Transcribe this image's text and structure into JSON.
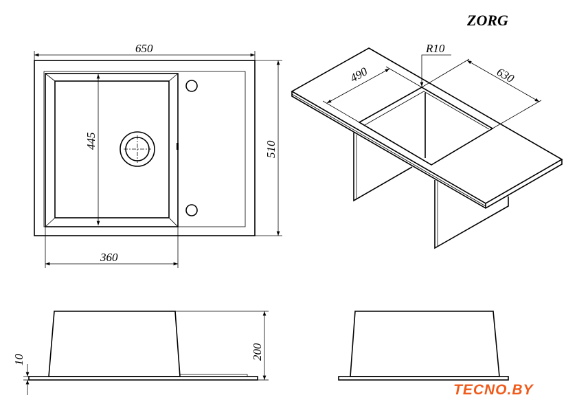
{
  "title": "ZORG",
  "dimensions": {
    "width": "650",
    "depth": "510",
    "bowl_length": "445",
    "bowl_width": "360",
    "iso_490": "490",
    "iso_630": "630",
    "radius": "R10",
    "height": "200",
    "flange": "10"
  },
  "logo": {
    "text": "TECNO.BY",
    "color": "#f05a1a"
  }
}
